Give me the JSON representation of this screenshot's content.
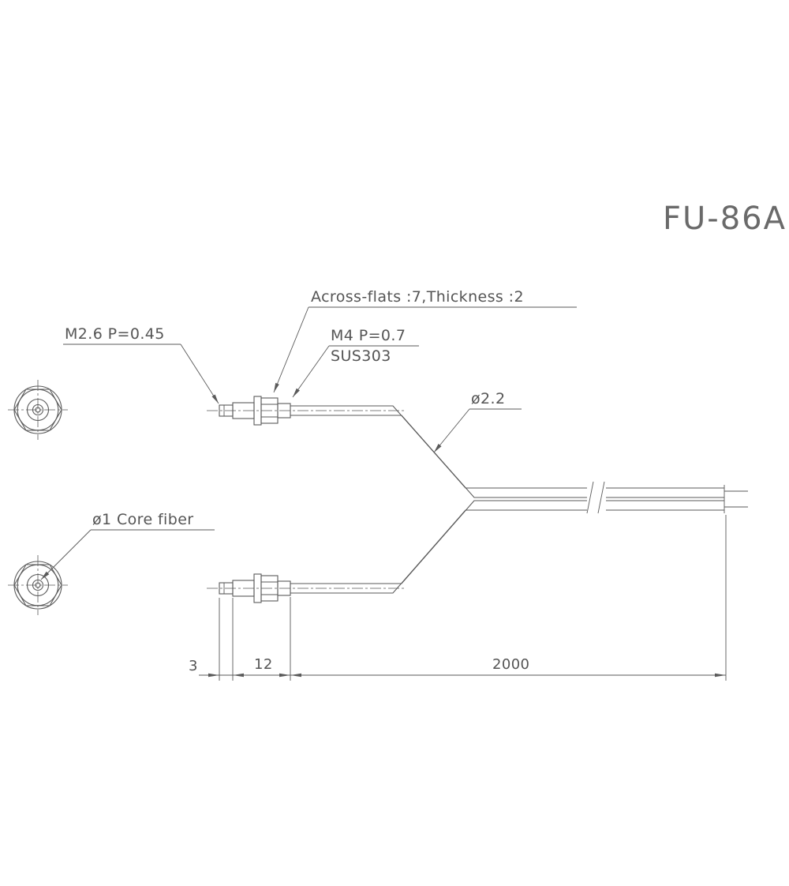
{
  "title": "FU-86A",
  "labels": {
    "across_flats": "Across-flats :7,Thickness :2",
    "thread_m26": "M2.6 P=0.45",
    "thread_m4": "M4 P=0.7",
    "material": "SUS303",
    "cable_dia": "ø2.2",
    "core_fiber": "ø1 Core fiber"
  },
  "dimensions": {
    "tip_length": "3",
    "thread_length": "12",
    "cable_length": "2000"
  },
  "colors": {
    "line": "#5a5a5a",
    "text": "#555555",
    "title": "#6a6a6a"
  }
}
